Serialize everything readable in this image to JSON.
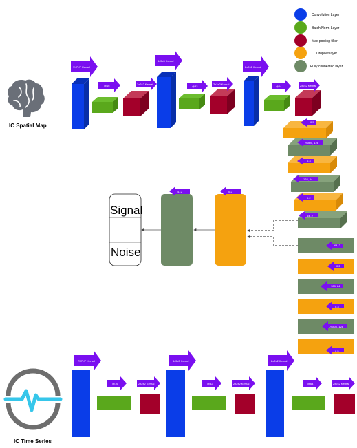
{
  "colors": {
    "conv": "#0a3de8",
    "conv_dark": "#0830b8",
    "bn": "#5aa81c",
    "bn_top": "#6cbd2e",
    "bn_side": "#468a12",
    "pool": "#a3002a",
    "pool_top": "#c43a58",
    "pool_side": "#7d0020",
    "dropout": "#f5a20f",
    "dropout_top": "#f8b640",
    "fc": "#6e8a66",
    "fc_top": "#86a27c",
    "arrow": "#7a0ff0",
    "icon_gray": "#6e6e6e",
    "icon_wave": "#36c6ea"
  },
  "legend": [
    {
      "label": "Convolution Layer",
      "color": "conv",
      "icon": "blue-circle-icon"
    },
    {
      "label": "Batch Norm Layer",
      "color": "bn",
      "icon": "green-circle-icon"
    },
    {
      "label": "Max pooling filter",
      "color": "pool",
      "icon": "red-circle-icon"
    },
    {
      "label": "Dropout layer",
      "color": "dropout",
      "icon": "orange-circle-icon"
    },
    {
      "label": "Fully connected layer",
      "color": "fc",
      "icon": "gray-green-circle-icon"
    }
  ],
  "spatial": {
    "caption": "IC Spatial Map",
    "icon": "brain-icon",
    "blocks": [
      {
        "kernel": "7X7X7 Kernal",
        "channels": "@16",
        "pool": "2x2x2 Kernal"
      },
      {
        "kernel": "5x5x5 Kernal",
        "channels": "@32",
        "pool": "2x2x2 Kernal"
      },
      {
        "kernel": "2x2x2 Kernal",
        "channels": "@64",
        "pool": "2x2x2 Kernal"
      }
    ]
  },
  "timeseries": {
    "caption": "IC Time Series",
    "icon": "pulse-circle-icon",
    "blocks": [
      {
        "kernel": "7X7X7 Kernal",
        "channels": "@16",
        "pool": "2x2x2 Kernal"
      },
      {
        "kernel": "5x5x5 Kernal",
        "channels": "@32",
        "pool": "2x2x2 Kernal"
      },
      {
        "kernel": "2x2x2 Kernal",
        "channels": "@64",
        "pool": "2x2x2 Kernal"
      }
    ]
  },
  "upper_stack": [
    {
      "type": "dropout",
      "label": "0.5"
    },
    {
      "type": "fc",
      "label": "76800, 128"
    },
    {
      "type": "dropout",
      "label": "0.3"
    },
    {
      "type": "fc",
      "label": "128, 64"
    },
    {
      "type": "dropout",
      "label": "0.2"
    },
    {
      "type": "fc",
      "label": "64, 2"
    }
  ],
  "lower_stack": [
    {
      "type": "fc",
      "label": "64, 2"
    },
    {
      "type": "dropout",
      "label": "0.2"
    },
    {
      "type": "fc",
      "label": "128, 64"
    },
    {
      "type": "dropout",
      "label": "0.3"
    },
    {
      "type": "fc",
      "label": "76800, 128"
    },
    {
      "type": "dropout",
      "label": "0.5"
    }
  ],
  "merge": {
    "dropout_label": "0.2",
    "fc_label": "4, 2"
  },
  "output": {
    "labels": [
      "Signal",
      "Noise"
    ]
  }
}
